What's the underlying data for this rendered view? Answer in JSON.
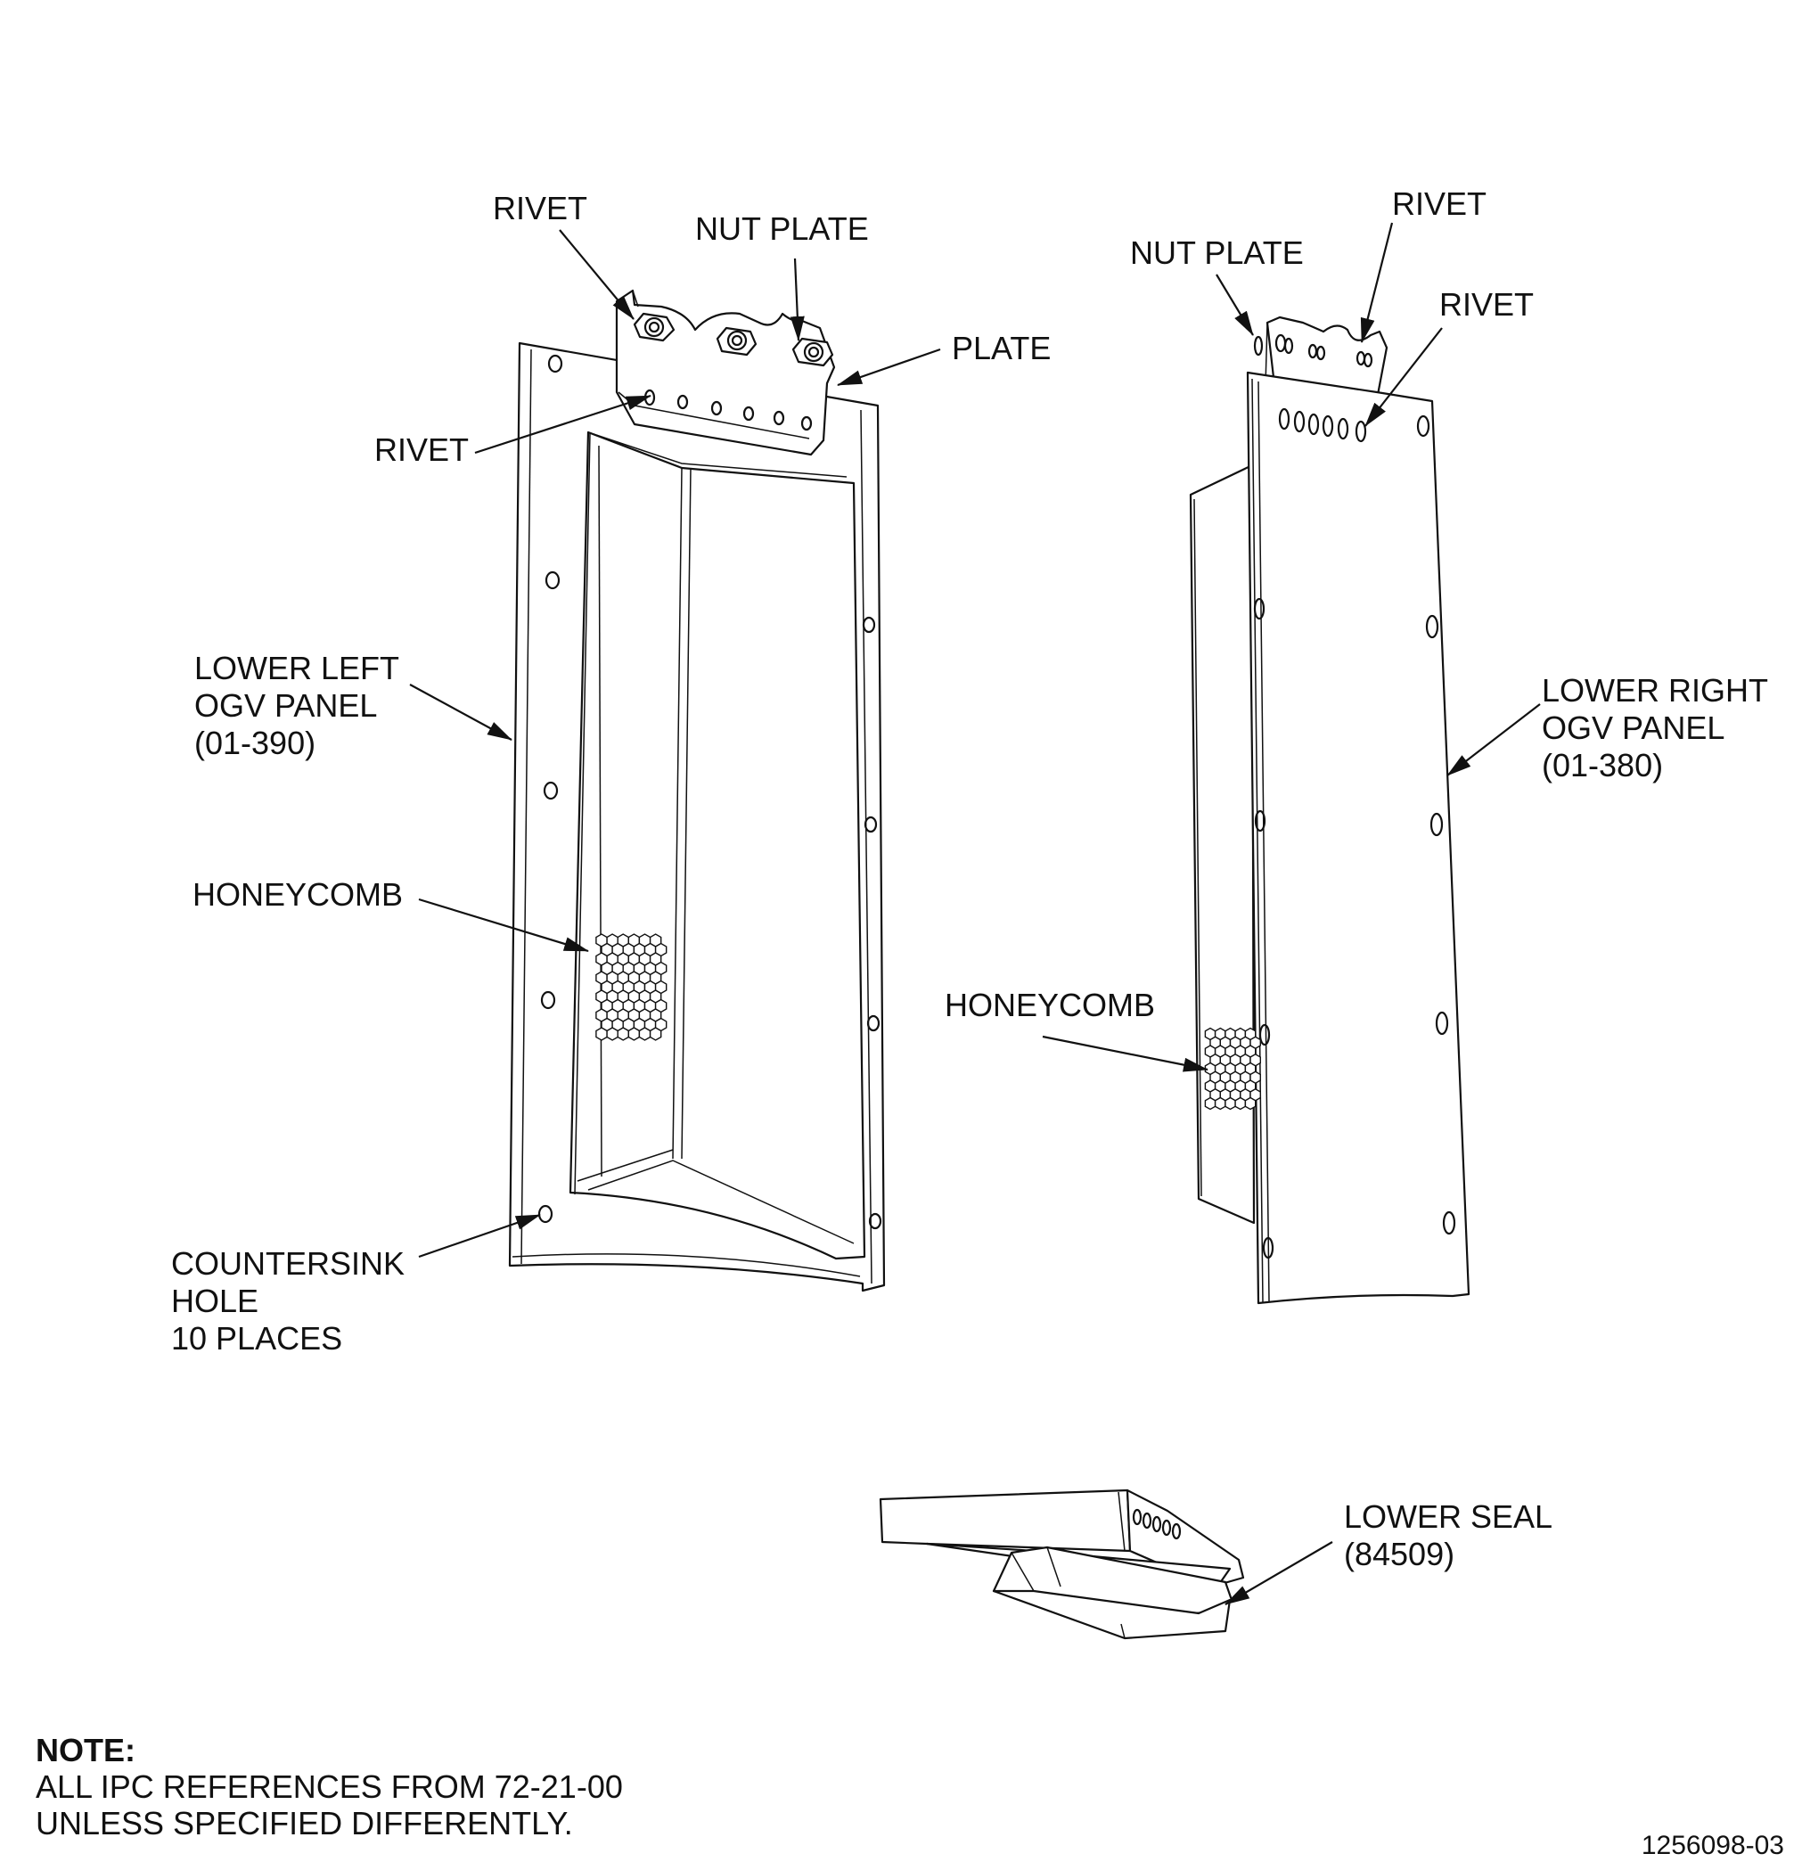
{
  "labels": {
    "rivet_left_top": "RIVET",
    "nut_plate_left": "NUT PLATE",
    "plate": "PLATE",
    "rivet_left_side": "RIVET",
    "lower_left_panel": [
      "LOWER LEFT",
      "OGV PANEL",
      "(01-390)"
    ],
    "honeycomb_left": "HONEYCOMB",
    "countersink": [
      "COUNTERSINK",
      "HOLE",
      "10 PLACES"
    ],
    "nut_plate_right": "NUT PLATE",
    "rivet_right_top": "RIVET",
    "rivet_right_second": "RIVET",
    "lower_right_panel": [
      "LOWER RIGHT",
      "OGV PANEL",
      "(01-380)"
    ],
    "honeycomb_right": "HONEYCOMB",
    "lower_seal": [
      "LOWER SEAL",
      "(84509)"
    ]
  },
  "note": {
    "heading": "NOTE:",
    "lines": [
      "ALL IPC REFERENCES FROM 72-21-00",
      "UNLESS SPECIFIED DIFFERENTLY."
    ]
  },
  "figure_id": "1256098-03"
}
